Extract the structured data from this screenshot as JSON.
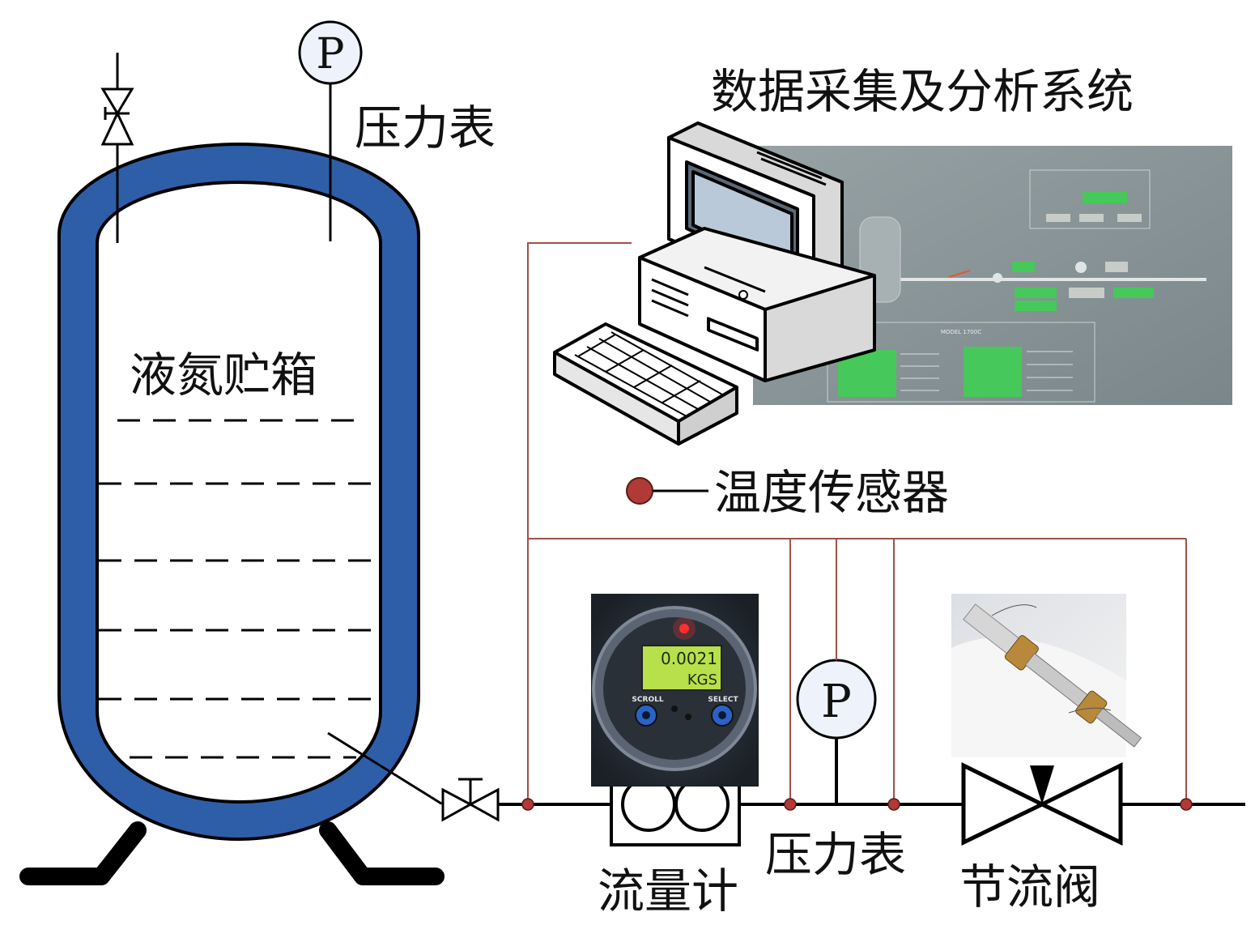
{
  "labels": {
    "tank": "液氮贮箱",
    "pressure_gauge_top": "压力表",
    "daq_system": "数据采集及分析系统",
    "temperature_sensor": "温度传感器",
    "flow_meter": "流量计",
    "pressure_gauge_line": "压力表",
    "throttle_valve": "节流阀"
  },
  "gauge_symbol": "P",
  "flowmeter_photo": {
    "display_line1": "0.0021",
    "display_line2": "KGS",
    "button_left": "SCROLL",
    "button_right": "SELECT"
  },
  "daq_screen": {
    "model": "MODEL 1700C"
  },
  "colors": {
    "tank_insulation": "#2f5ea8",
    "sensor_wire": "#a05048",
    "sensor_dot": "#b03a35",
    "gauge_fill": "#eef2fb",
    "line": "#000000"
  }
}
